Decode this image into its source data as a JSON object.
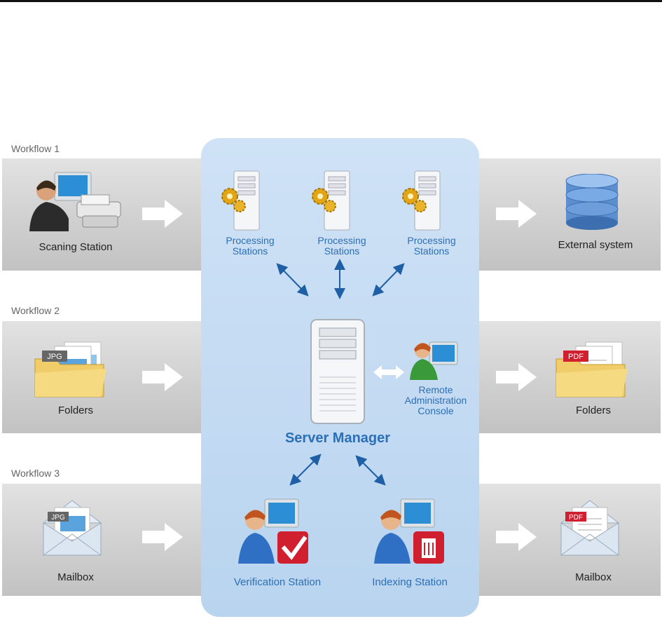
{
  "workflows": [
    {
      "label": "Workflow 1",
      "source": "Scaning Station",
      "target": "External system"
    },
    {
      "label": "Workflow 2",
      "source": "Folders",
      "target": "Folders"
    },
    {
      "label": "Workflow 3",
      "source": "Mailbox",
      "target": "Mailbox"
    }
  ],
  "processing": [
    {
      "line1": "Processing",
      "line2": "Stations"
    },
    {
      "line1": "Processing",
      "line2": "Stations"
    },
    {
      "line1": "Processing",
      "line2": "Stations"
    }
  ],
  "server_manager": "Server Manager",
  "console": {
    "line1": "Remote",
    "line2": "Administration",
    "line3": "Console"
  },
  "verification": "Verification Station",
  "indexing": "Indexing Station",
  "badges": {
    "jpg": "JPG",
    "pdf": "PDF"
  },
  "colors": {
    "panel": "#c4dbf3",
    "accent_blue": "#2b6fb6",
    "arrow_blue": "#1f5fa6",
    "check_red": "#d02030"
  }
}
